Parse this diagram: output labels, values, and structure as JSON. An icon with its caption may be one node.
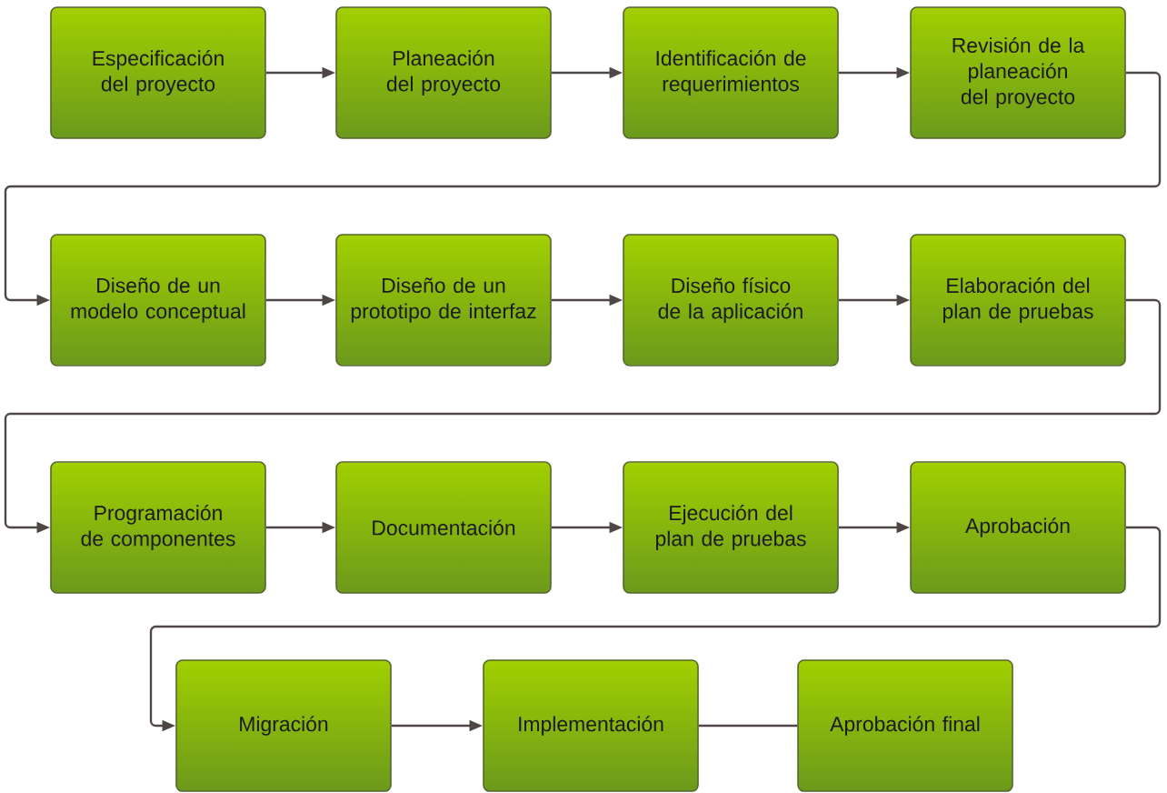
{
  "diagram": {
    "nodes": [
      {
        "text": [
          "Especificación del proyecto"
        ]
      },
      {
        "text": [
          "Planeación del proyecto"
        ]
      },
      {
        "text": [
          "Identificación de requerimientos"
        ]
      },
      {
        "text": [
          "Revisión de la planeación del proyecto"
        ]
      },
      {
        "text": [
          "Diseño de un modelo conceptual"
        ]
      },
      {
        "text": [
          "Diseño de un prototipo de interfaz"
        ]
      },
      {
        "text": [
          "Diseño físico de la aplicación"
        ]
      },
      {
        "text": [
          "Elaboración del plan de pruebas"
        ]
      },
      {
        "text": [
          "Programación de componentes"
        ]
      },
      {
        "text": [
          "Documentación"
        ]
      },
      {
        "text": [
          "Ejecución del plan de pruebas"
        ]
      },
      {
        "text": [
          "Aprobación"
        ]
      },
      {
        "text": [
          "Migración"
        ]
      },
      {
        "text": [
          "Implementación"
        ]
      },
      {
        "text": [
          "Aprobación final"
        ]
      }
    ],
    "edges": [
      {
        "from": 0,
        "to": 1,
        "arrow": "to"
      },
      {
        "from": 1,
        "to": 2,
        "arrow": "to"
      },
      {
        "from": 2,
        "to": 3,
        "arrow": "to"
      },
      {
        "from": 3,
        "to": 4,
        "arrow": "to"
      },
      {
        "from": 4,
        "to": 5,
        "arrow": "to"
      },
      {
        "from": 5,
        "to": 6,
        "arrow": "to"
      },
      {
        "from": 6,
        "to": 7,
        "arrow": "to"
      },
      {
        "from": 7,
        "to": 8,
        "arrow": "to"
      },
      {
        "from": 8,
        "to": 9,
        "arrow": "to"
      },
      {
        "from": 9,
        "to": 10,
        "arrow": "to"
      },
      {
        "from": 10,
        "to": 11,
        "arrow": "to"
      },
      {
        "from": 11,
        "to": 12,
        "arrow": "to"
      },
      {
        "from": 12,
        "to": 13,
        "arrow": "to"
      },
      {
        "from": 13,
        "to": 14,
        "arrow": "none"
      }
    ]
  }
}
